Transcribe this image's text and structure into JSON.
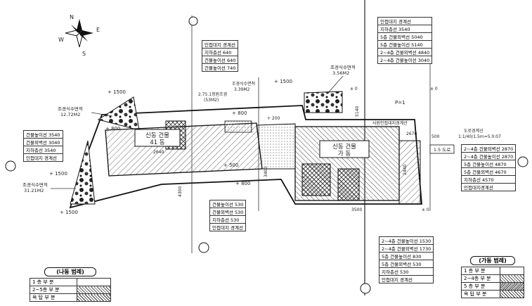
{
  "compass": {
    "n": "N",
    "e": "E",
    "s": "S",
    "w": "W"
  },
  "buildings": {
    "left_title": "신동 건물",
    "left_sub": "41 동",
    "right_title": "신동 건물",
    "right_sub": "가 동"
  },
  "landscape": {
    "top_label": "조경식수면적",
    "top_value": "3.56M2",
    "left_label": "조경식수면적",
    "left_value": "12.72M2",
    "bottom_label": "조경식수면적",
    "bottom_value": "31.21M2"
  },
  "street_label": "사원인접대지경계선",
  "road_setback_label": "1.5 도로",
  "front_setback_label": "도로경계선",
  "front_setback_value": "1:1/40/1.5m=5.0:07",
  "left_dim_box": {
    "title": "",
    "rows": [
      "건물높이선 3540",
      "건물외벽선 3040",
      "지하층선 3540",
      "인접대지 경계선"
    ]
  },
  "middle_top_box": {
    "rows": [
      "인접대지 경계선",
      "지하층선 640",
      "건물높이선 640",
      "건물높이선 740"
    ]
  },
  "mid_small_label": "조경식수면적",
  "mid_small_value": "3.39M2",
  "mid_text_a": "2.75.1정원조경",
  "mid_text_b": "(53M2)",
  "middle_bottom_box": {
    "rows": [
      "건물높이선 530",
      "건물외벽선 530",
      "지하층선 530",
      "인접대지 경계선"
    ]
  },
  "top_right_box": {
    "rows": [
      "인접대지 경계선",
      "지하층선 3540",
      "5층 건물외벽선 5040",
      "5층 건물높이선 5140",
      "2~4층 건물외벽선 4840",
      "2~4층 건물높이선 3040"
    ]
  },
  "right_box": {
    "rows": [
      "2~4층 건물외벽선 2870",
      "2~4층 건물높이선 2870",
      "5층 건물높이선 4870",
      "5층 건물외벽선 4670",
      "지하층선 4570",
      "인접대지경계선"
    ]
  },
  "bottom_right_box": {
    "rows": [
      "2~4층 건물높이선 1530",
      "2~4층 건물외벽선 1730",
      "5층 건물높이선 830",
      "5층 건물외벽선 530",
      "지하층선 530",
      "인접대지 경계선"
    ]
  },
  "dims": {
    "d1500a": "+ 1500",
    "d1500b": "+ 1500",
    "d1500c": "+ 1500",
    "d1500d": "+ 1500",
    "d800a": "+ 800",
    "d800b": "+ 800",
    "d800c": "+ 800",
    "d500a": "+ 500",
    "d200": "+ 200",
    "d2640": "2640",
    "d4300": "4300",
    "d2670": "2670",
    "d2440": "2440",
    "d5140": "5140",
    "d3400": "3400",
    "d3500": "3500",
    "d500b": "500",
    "p1": "P=1",
    "p0a": "± 0",
    "p0b": "± 0",
    "p0c": "± 0"
  },
  "legend_left": {
    "title": "(나동 범례)",
    "rows": [
      "1 층 부 분",
      "2~5층 부 분",
      "옥 탑 부 분"
    ]
  },
  "legend_right": {
    "title": "(가동 범례)",
    "rows": [
      "1 층 부 분",
      "2~4층 부 분",
      "5 층 부 분",
      "옥 탑 부 분"
    ]
  },
  "colors": {
    "line": "#222222",
    "hatch": "#555555",
    "paper": "#ffffff"
  }
}
